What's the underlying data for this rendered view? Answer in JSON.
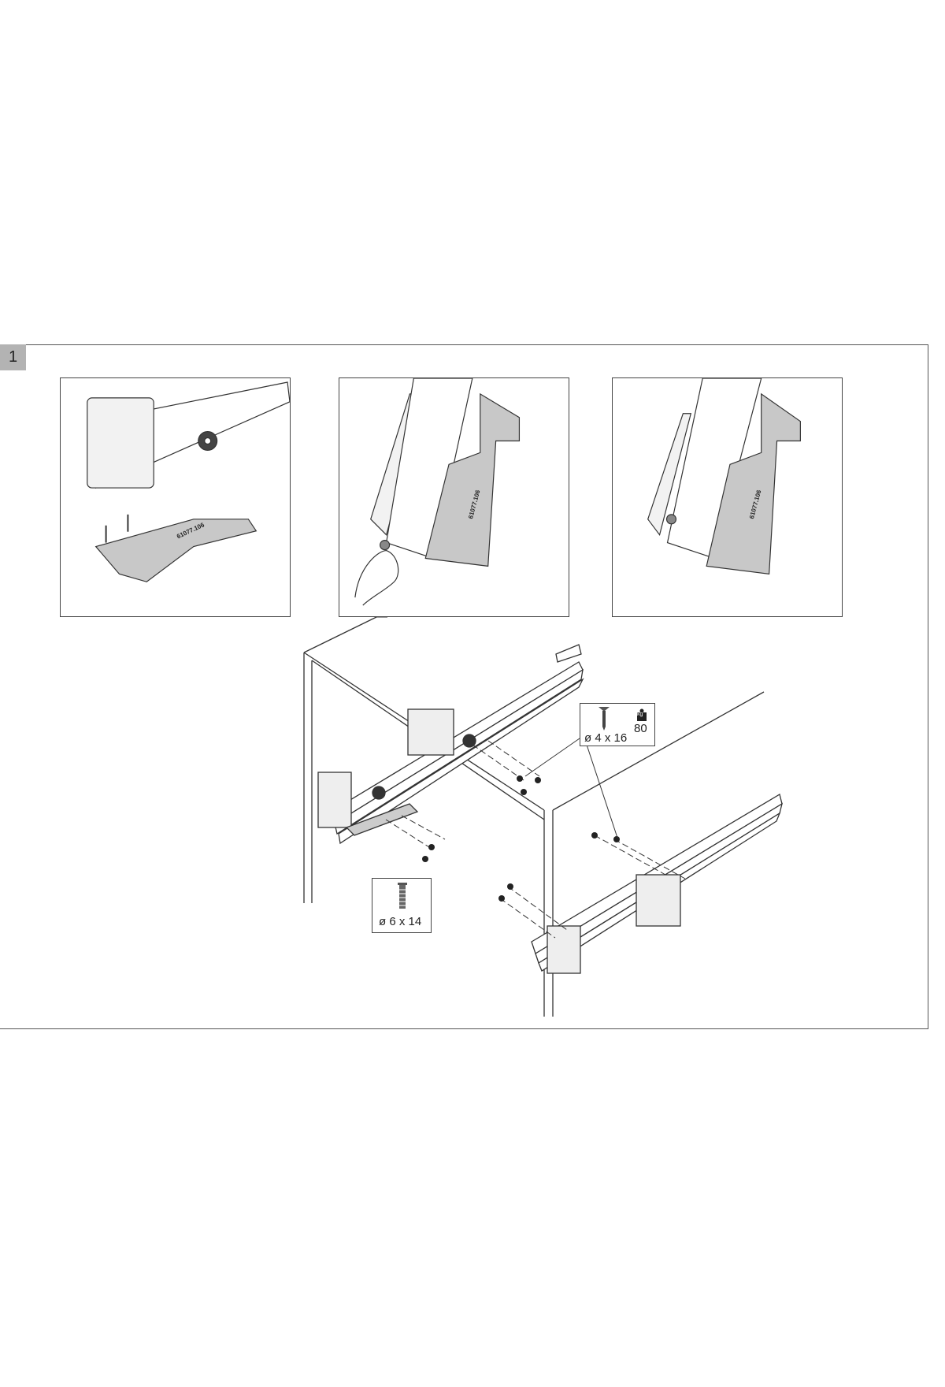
{
  "step": {
    "number": "1"
  },
  "panels": [
    {
      "part_number": "61077.106"
    },
    {
      "part_number": "61077.106"
    },
    {
      "part_number": "61077.106"
    }
  ],
  "screw_boxes": {
    "wood_screw": {
      "size": "ø 4 x 16",
      "weight_unit": "kg",
      "load": "80"
    },
    "euro_screw": {
      "size": "ø 6 x 14"
    }
  },
  "colors": {
    "frame": "#555555",
    "badge": "#b3b3b3",
    "bracket_fill": "#c8c8c8"
  }
}
